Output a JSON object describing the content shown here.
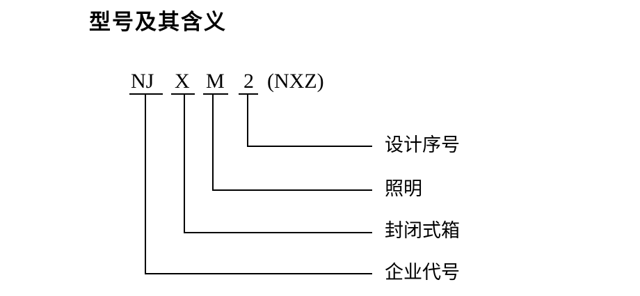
{
  "title": "型号及其含义",
  "model_code": {
    "segments": [
      {
        "text": "NJ"
      },
      {
        "text": "X"
      },
      {
        "text": "M"
      },
      {
        "text": "2"
      }
    ],
    "suffix": "(NXZ)"
  },
  "meanings": [
    {
      "segment": "2",
      "label": "设计序号"
    },
    {
      "segment": "M",
      "label": "照明"
    },
    {
      "segment": "X",
      "label": "封闭式箱"
    },
    {
      "segment": "NJ",
      "label": "企业代号"
    }
  ]
}
